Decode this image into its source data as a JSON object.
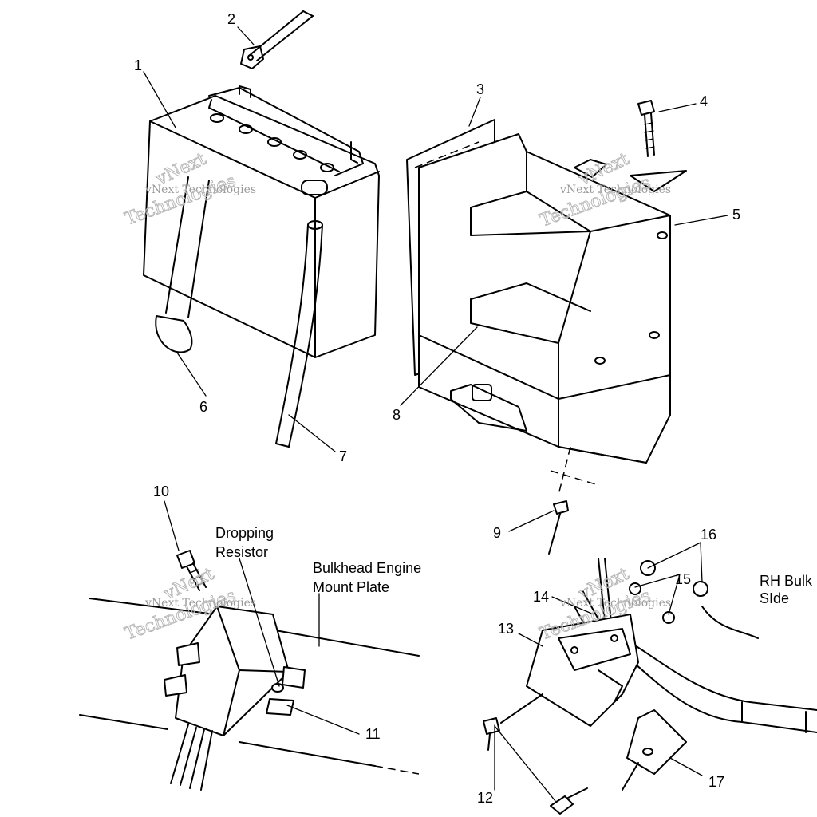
{
  "callouts": {
    "n1": "1",
    "n2": "2",
    "n3": "3",
    "n4": "4",
    "n5": "5",
    "n6": "6",
    "n7": "7",
    "n8": "8",
    "n9": "9",
    "n10": "10",
    "n11": "11",
    "n12": "12",
    "n13": "13",
    "n14": "14",
    "n15": "15",
    "n16": "16",
    "n17": "17"
  },
  "labels": {
    "dropping_resistor_1": "Dropping",
    "dropping_resistor_2": "Resistor",
    "bulkhead_1": "Bulkhead Engine",
    "bulkhead_2": "Mount Plate",
    "rh_bulk_1": "RH Bulk",
    "rh_bulk_2": "SIde"
  },
  "watermark": {
    "line_small": "vNext Technologies",
    "line_big": "Technologies",
    "line_top": "vNext"
  }
}
